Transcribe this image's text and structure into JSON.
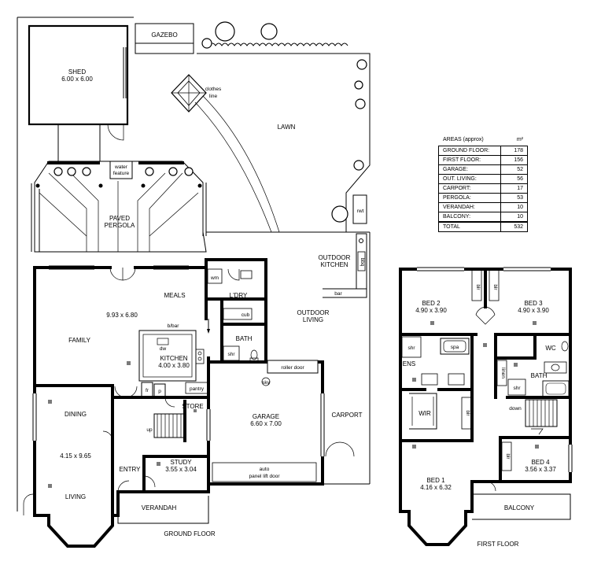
{
  "areas": {
    "header": "AREAS (approx)",
    "unit": "m²",
    "rows": [
      {
        "label": "GROUND FLOOR:",
        "value": "178"
      },
      {
        "label": "FIRST FLOOR:",
        "value": "156"
      },
      {
        "label": "GARAGE:",
        "value": "52"
      },
      {
        "label": "OUT. LIVING:",
        "value": "56"
      },
      {
        "label": "CARPORT:",
        "value": "17"
      },
      {
        "label": "PERGOLA:",
        "value": "53"
      },
      {
        "label": "VERANDAH:",
        "value": "10"
      },
      {
        "label": "BALCONY:",
        "value": "10"
      }
    ],
    "total": {
      "label": "TOTAL",
      "value": "532"
    }
  },
  "ground": {
    "title": "GROUND FLOOR",
    "shed": "SHED",
    "shed_size": "6.00 x 6.00",
    "gazebo": "GAZEBO",
    "lawn": "LAWN",
    "clothes1": "clothes",
    "clothes2": "line",
    "water1": "water",
    "water2": "feature",
    "pergola1": "PAVED",
    "pergola2": "PERGOLA",
    "rwt": "rwt",
    "outdoor_kitchen1": "OUTDOOR",
    "outdoor_kitchen2": "KITCHEN",
    "bbq": "bbq",
    "bar": "bar",
    "outdoor_living1": "OUTDOOR",
    "outdoor_living2": "LIVING",
    "meals": "MEALS",
    "family_size": "9.93 x 6.80",
    "bbar": "b/bar",
    "family": "FAMILY",
    "kitchen": "KITCHEN",
    "kitchen_size": "4.00 x 3.80",
    "dw": "dw",
    "wm": "wm",
    "ldry": "L'DRY",
    "cub": "cub",
    "bath": "BATH",
    "shr": "shr",
    "fr": "fr",
    "p": "p",
    "pantry": "pantry",
    "roller_door": "roller door",
    "sky": "sky",
    "store": "STORE",
    "up": "up",
    "dining": "DINING",
    "dining_size": "4.15 x 9.65",
    "living": "LIVING",
    "study": "STUDY",
    "study_size": "3.55 x 3.04",
    "entry": "ENTRY",
    "garage": "GARAGE",
    "garage_size": "6.60 x 7.00",
    "carport": "CARPORT",
    "auto1": "auto",
    "auto2": "panel lift door",
    "verandah": "VERANDAH"
  },
  "first": {
    "title": "FIRST FLOOR",
    "bed2": "BED 2",
    "bed2_size": "4.90 x 3.90",
    "bed3": "BED 3",
    "bed3_size": "4.90 x 3.90",
    "blr": "blr",
    "shr": "shr",
    "spa": "spa",
    "ens": "ENS",
    "wc": "WC",
    "bath": "BATH",
    "linen": "linen",
    "wir": "WIR",
    "down": "down",
    "bed1": "BED 1",
    "bed1_size": "4.16 x 6.32",
    "bed4": "BED 4",
    "bed4_size": "3.56 x 3.37",
    "balcony": "BALCONY"
  }
}
